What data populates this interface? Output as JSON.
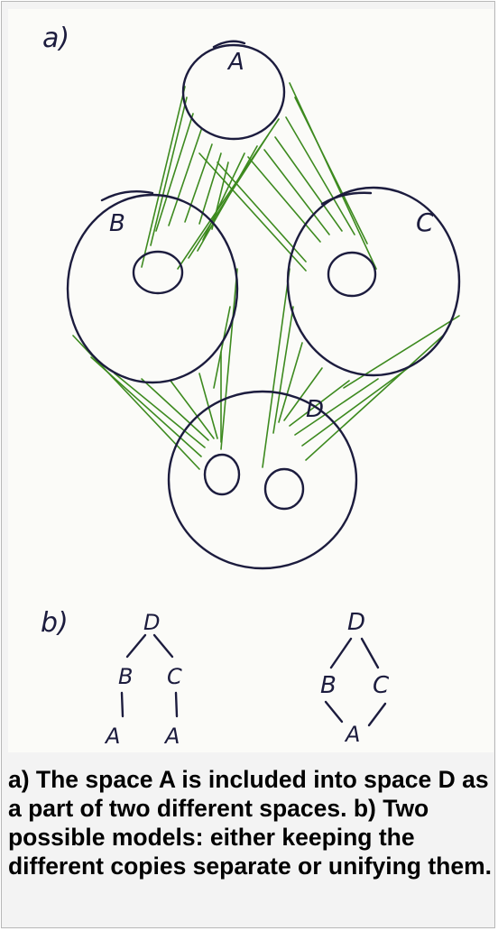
{
  "figure": {
    "panel_a_label": "a)",
    "panel_b_label": "b)",
    "nodes": {
      "a": "A",
      "b": "B",
      "c": "C",
      "d": "D"
    },
    "tree_left": {
      "root": "D",
      "left_child": "B",
      "right_child": "C",
      "left_leaf": "A",
      "right_leaf": "A"
    },
    "tree_right": {
      "root": "D",
      "left_child": "B",
      "right_child": "C",
      "shared_leaf": "A"
    },
    "colors": {
      "ink": "#1c1c3e",
      "hatch": "#3d8a1f"
    }
  },
  "caption": "a) The space A is included into space D as a part of two different spaces. b) Two possible models: either keeping the different copies separate or unifying them."
}
